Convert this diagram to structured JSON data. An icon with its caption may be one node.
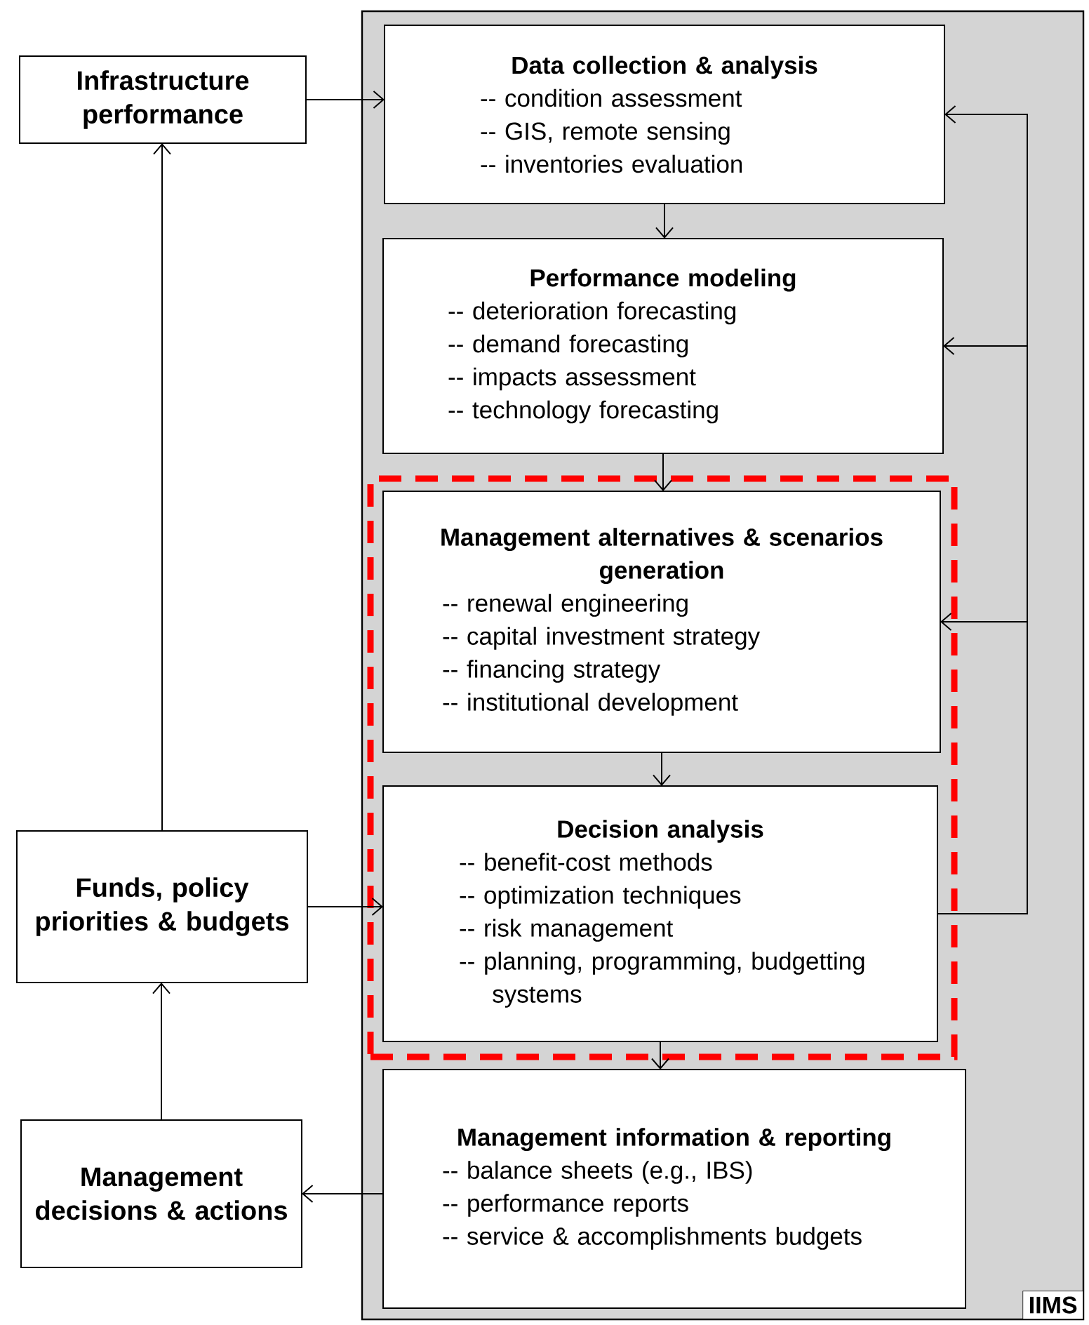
{
  "diagram": {
    "nodes": [
      {
        "text": [
          "Infrastructure performance"
        ]
      },
      {
        "text": [
          "IIMS"
        ]
      },
      {
        "text": [
          "Data collection & analysis",
          "-- condition assessment",
          "-- GIS, remote sensing",
          "-- inventories evaluation"
        ],
        "in": 1
      },
      {
        "text": [
          "Performance modeling",
          "-- deterioration forecasting",
          "-- demand forecasting",
          "-- impacts assessment",
          "-- technology forecasting"
        ],
        "in": 1
      },
      {
        "text": [],
        "shape": "box",
        "in": 1
      },
      {
        "text": [
          "Management alternatives & scenarios generation",
          "-- renewal engineering",
          "-- capital investment strategy",
          "-- financing strategy",
          "-- institutional development"
        ],
        "in": 4
      },
      {
        "text": [
          "Decision analysis",
          "-- benefit-cost methods",
          "-- optimization techniques",
          "-- risk management",
          "-- planning, programming, budgetting systems"
        ],
        "in": 4
      },
      {
        "text": [
          "Management information & reporting",
          "-- balance sheets (e.g., IBS)",
          "-- performance reports",
          "-- service & accomplishments budgets"
        ],
        "in": 1
      },
      {
        "text": [
          "Funds, policy priorities & budgets"
        ]
      },
      {
        "text": [
          "Management decisions & actions"
        ]
      }
    ],
    "edges": [
      {
        "from": 0,
        "to": 2,
        "arrow": "to"
      },
      {
        "from": 2,
        "to": 3,
        "arrow": "to"
      },
      {
        "from": 3,
        "to": 5,
        "arrow": "to"
      },
      {
        "from": 5,
        "to": 6,
        "arrow": "to"
      },
      {
        "from": 6,
        "to": 7,
        "arrow": "to"
      },
      {
        "from": 6,
        "to": 2,
        "arrow": "to"
      },
      {
        "from": 6,
        "to": 3,
        "arrow": "to"
      },
      {
        "from": 6,
        "to": 5,
        "arrow": "to"
      },
      {
        "from": 8,
        "to": 6,
        "arrow": "to"
      },
      {
        "from": 8,
        "to": 0,
        "arrow": "to"
      },
      {
        "from": 7,
        "to": 9,
        "arrow": "to"
      },
      {
        "from": 9,
        "to": 8,
        "arrow": "to"
      }
    ]
  }
}
